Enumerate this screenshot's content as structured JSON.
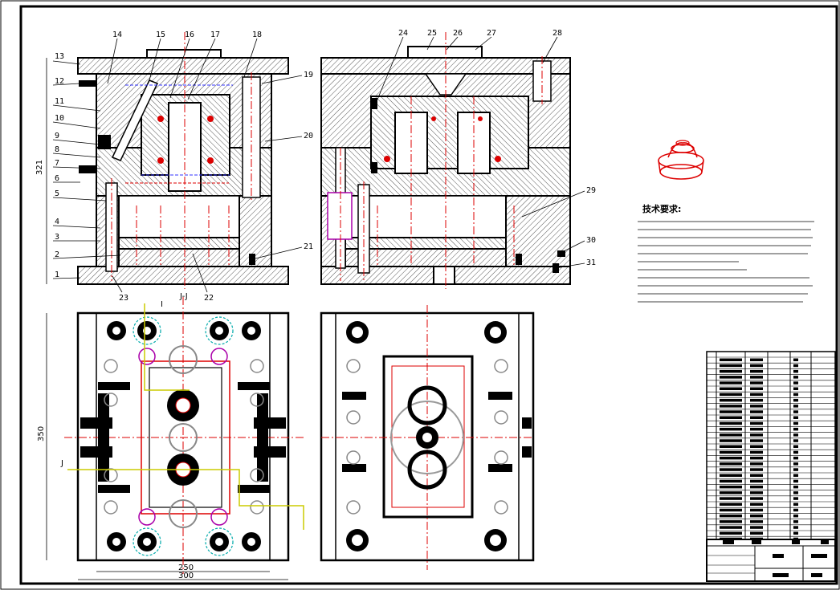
{
  "drawing": {
    "part_numbers_left": [
      "13",
      "12",
      "11",
      "10",
      "9",
      "8",
      "7",
      "6",
      "5",
      "4",
      "3",
      "2",
      "1"
    ],
    "part_numbers_top": [
      "14",
      "15",
      "16",
      "17",
      "18",
      "24",
      "25",
      "26",
      "27",
      "28"
    ],
    "part_numbers_right": [
      "19",
      "20",
      "21",
      "29",
      "30",
      "31"
    ],
    "part_numbers_bottom": [
      "23",
      "22"
    ],
    "dimensions": {
      "height_321": "321",
      "height_350": "350",
      "width_250": "250",
      "width_300": "300"
    },
    "section_marks": {
      "jj_top": "J-J",
      "i_mark": "I",
      "j_mark": "J"
    },
    "tech_requirements_title": "技术要求:"
  }
}
